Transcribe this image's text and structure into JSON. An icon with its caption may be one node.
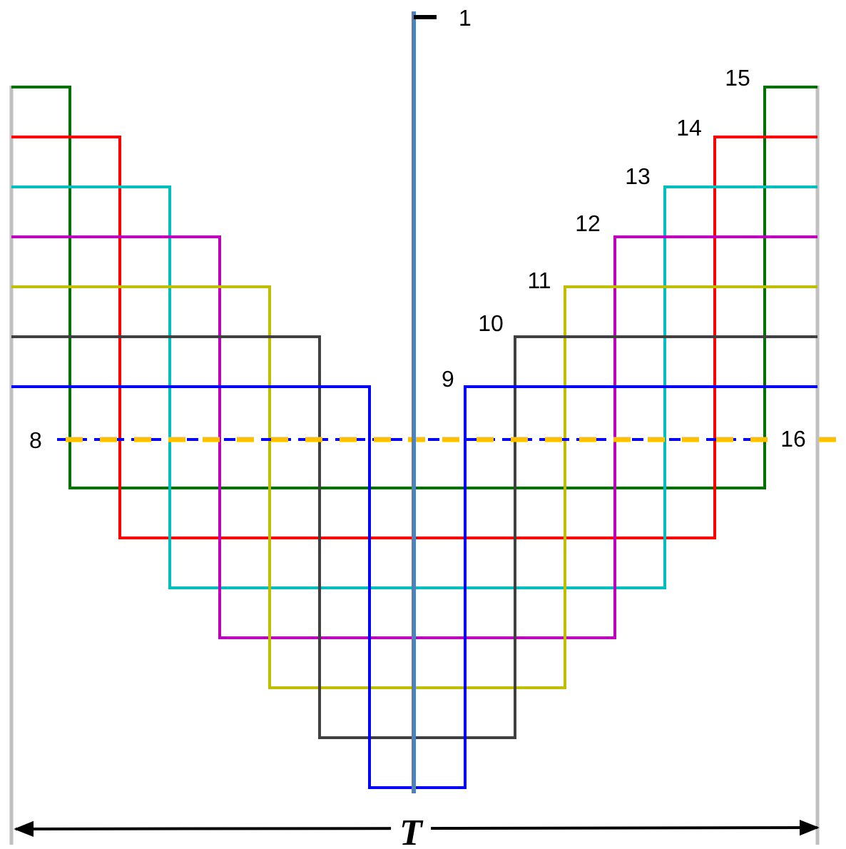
{
  "diagram": {
    "labels": [
      "1",
      "15",
      "14",
      "13",
      "12",
      "11",
      "10",
      "9",
      "8",
      "16",
      "T"
    ]
  }
}
